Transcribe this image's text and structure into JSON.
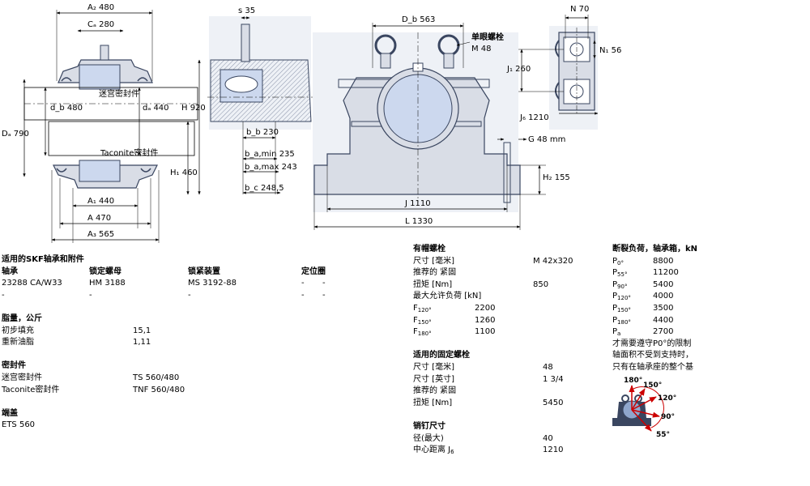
{
  "drawing": {
    "front": {
      "A2": "A₂ 480",
      "Ca": "Cₐ 280",
      "seal_labyrinth": "迷宫密封件",
      "seal_taconite": "Taconite密封件",
      "db": "d_b 480",
      "da": "dₐ 440",
      "H": "H 920",
      "Da": "Dₐ 790",
      "H1": "H₁ 460",
      "A1": "A₁ 440",
      "A": "A 470",
      "A3": "A₃ 565"
    },
    "section": {
      "s": "s 35",
      "bb": "b_b 230",
      "bamin": "b_a,min 235",
      "bamax": "b_a,max 243",
      "bc": "b_c 248,5"
    },
    "side": {
      "Db": "D_b 563",
      "eyebolt_title": "单眼螺栓",
      "eyebolt_size": "M 48",
      "G": "G 48 mm",
      "H2": "H₂ 155",
      "J": "J 1110",
      "L": "L 1330"
    },
    "detail": {
      "N": "N 70",
      "N1": "N₁ 56",
      "J1": "J₁ 260",
      "J6": "J₆ 1210"
    },
    "load_diagram": {
      "labels": [
        "180°",
        "150°",
        "120°",
        "90°",
        "55°"
      ]
    },
    "colors": {
      "line": "#000000",
      "housing_fill": "#d9dde6",
      "dark": "#3a4660",
      "bearing": "#ccd8ee",
      "arrow_red": "#cc0000"
    }
  },
  "col1": {
    "section1_title": "适用的SKF轴承和附件",
    "headers": {
      "bearing": "轴承",
      "locknut": "锁定螺母",
      "lockdevice": "锁紧装置",
      "ring": "定位圈"
    },
    "row1": {
      "bearing": "23288 CA/W33",
      "locknut": "HM 3188",
      "lockdevice": "MS 3192-88",
      "ring_a": "-",
      "ring_b": "-"
    },
    "row2": {
      "bearing": "-",
      "locknut": "-",
      "lockdevice": "-",
      "ring_a": "-",
      "ring_b": "-"
    },
    "grease_title": "脂量，公斤",
    "grease_initial_label": "初步填充",
    "grease_initial_value": "15,1",
    "grease_relub_label": "重新油脂",
    "grease_relub_value": "1,11",
    "seals_title": "密封件",
    "seal_labyrinth_label": "迷宫密封件",
    "seal_labyrinth_value": "TS 560/480",
    "seal_taconite_label": "Taconite密封件",
    "seal_taconite_value": "TNF 560/480",
    "endcover_title": "端盖",
    "endcover_value": "ETS 560"
  },
  "col2": {
    "cap_bolts_title": "有帽螺栓",
    "size_mm_label": "尺寸 [毫米]",
    "size_mm_value": "M 42x320",
    "recommended_label": "推荐的 紧固",
    "torque_label": "扭矩 [Nm]",
    "torque_value": "850",
    "max_load_label": "最大允许负荷 [kN]",
    "F120": "2200",
    "F150": "1260",
    "F180": "1100",
    "fixing_title": "适用的固定螺栓",
    "fix_size_mm_label": "尺寸 [毫米]",
    "fix_size_mm_value": "48",
    "fix_size_in_label": "尺寸 [英寸]",
    "fix_size_in_value": "1 3/4",
    "fix_recommended_label": "推荐的 紧固",
    "fix_torque_label": "扭矩 [Nm]",
    "fix_torque_value": "5450",
    "pin_title": "销钉尺寸",
    "pin_dia_label": "径(最大)",
    "pin_dia_value": "40",
    "pin_center_label": "中心距离",
    "pin_center_value": "1210"
  },
  "col3": {
    "title": "断裂负荷，轴承箱，kN",
    "P0": "8800",
    "P55": "11200",
    "P90": "5400",
    "P120": "4000",
    "P150": "3500",
    "P180": "4400",
    "Pa": "2700",
    "note1": "才需要遵守P0°的限制",
    "note2": "轴面积不受到支持时，",
    "note3": "只有在轴承座的整个基"
  }
}
